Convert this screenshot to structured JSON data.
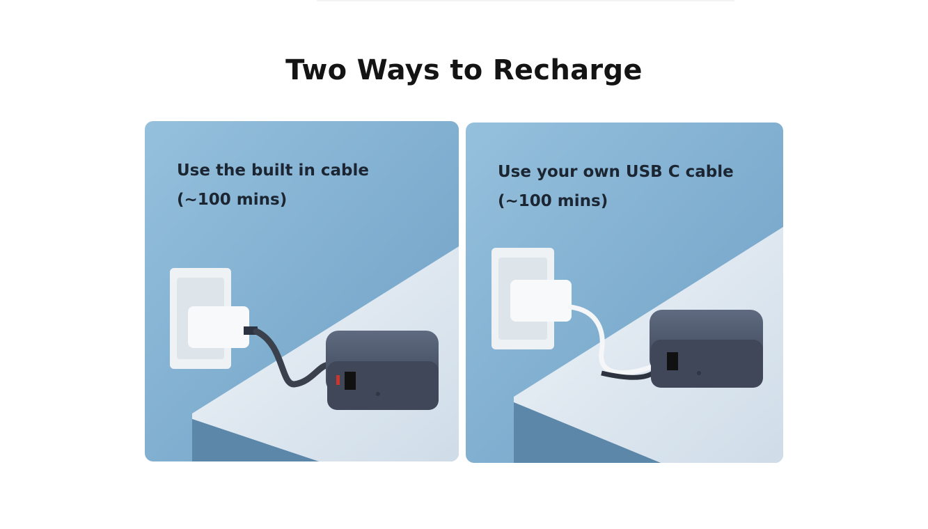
{
  "title": "Two Ways to Recharge",
  "options": [
    {
      "line1": "Use the built in cable",
      "line2": "(~100 mins)"
    },
    {
      "line1": "Use your own USB C cable",
      "line2": "(~100 mins)"
    }
  ],
  "colors": {
    "wall": "#86b3d3",
    "desk": "#e4edf4",
    "powerbank": "#4b5468",
    "title": "#141414"
  }
}
